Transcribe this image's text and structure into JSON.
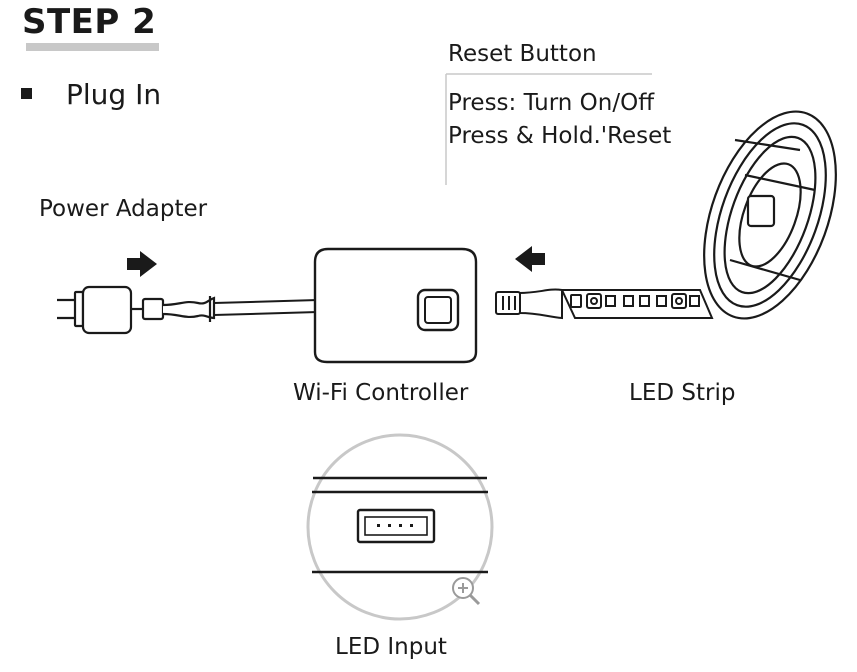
{
  "step": {
    "title": "STEP 2"
  },
  "instruction": {
    "text": "Plug In"
  },
  "reset_button": {
    "title": "Reset Button",
    "press": "Press: Turn On/Off",
    "hold": "Press & Hold.'Reset"
  },
  "labels": {
    "power_adapter": "Power Adapter",
    "wifi_controller": "Wi-Fi Controller",
    "led_strip": "LED Strip",
    "led_input": "LED Input"
  },
  "icons": {
    "arrow_right": "arrow-right-icon",
    "arrow_left": "arrow-left-icon",
    "zoom": "zoom-in-icon",
    "bullet": "square-bullet-icon"
  },
  "colors": {
    "ink": "#1a1a1a",
    "underline": "#c8c8c8",
    "line": "#555555"
  }
}
